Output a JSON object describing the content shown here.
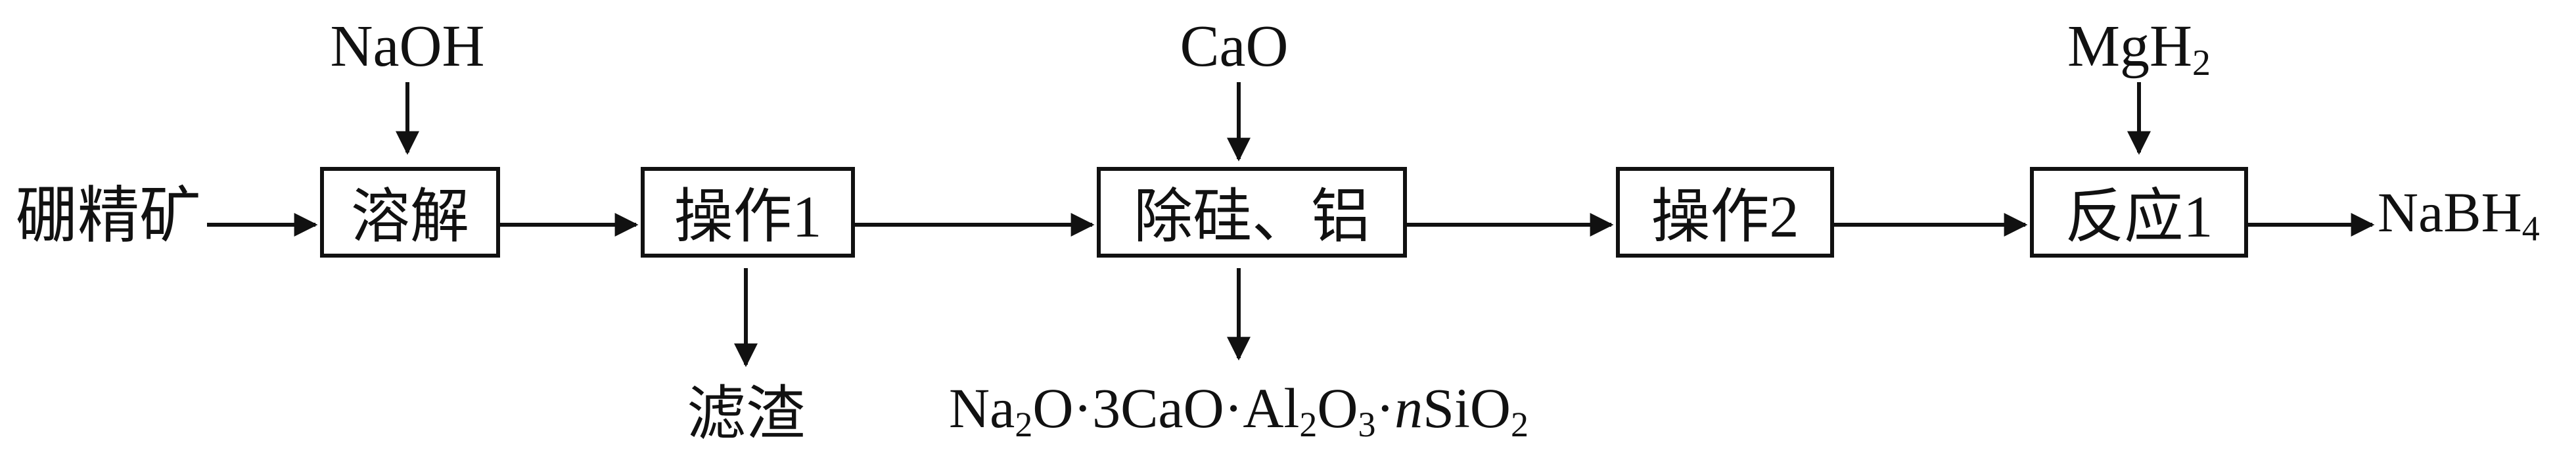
{
  "feed": "硼精矿",
  "reagents": {
    "naoh": "NaOH",
    "cao": "CaO",
    "mgh2_main": "MgH",
    "mgh2_sub": "2"
  },
  "steps": [
    "溶解",
    "操作1",
    "除硅、铝",
    "操作2",
    "反应1"
  ],
  "byproducts": {
    "residue": "滤渣",
    "silicate": {
      "p1": "Na",
      "s1": "2",
      "p2": "O·3CaO·Al",
      "s2": "2",
      "p3": "O",
      "s3": "3",
      "p4": "·",
      "n": "n",
      "p5": "SiO",
      "s5": "2"
    }
  },
  "product": {
    "main": "NaBH",
    "sub": "4"
  }
}
